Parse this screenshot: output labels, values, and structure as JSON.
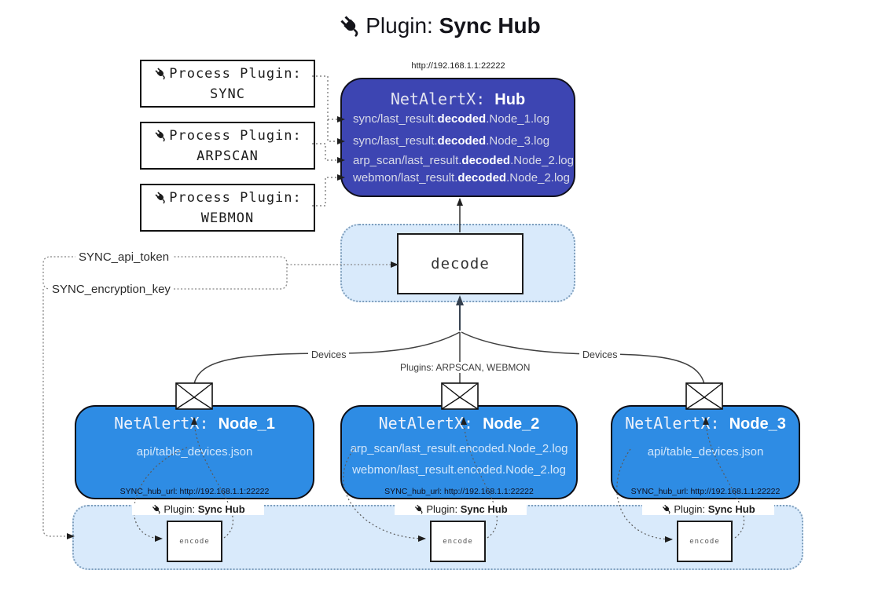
{
  "title": {
    "prefix": "Plugin: ",
    "bold": "Sync Hub"
  },
  "process_plugins": [
    {
      "label": "Process Plugin:",
      "name": "SYNC"
    },
    {
      "label": "Process Plugin:",
      "name": "ARPSCAN"
    },
    {
      "label": "Process Plugin:",
      "name": "WEBMON"
    }
  ],
  "hub": {
    "url": "http://192.168.1.1:22222",
    "title_prefix": "NetAlertX: ",
    "title_bold": "Hub",
    "logs": [
      {
        "pre": "sync/last_result.",
        "bold": "decoded",
        "post": ".Node_1.log"
      },
      {
        "pre": "sync/last_result.",
        "bold": "decoded",
        "post": ".Node_3.log"
      },
      {
        "pre": "arp_scan/last_result.",
        "bold": "decoded",
        "post": ".Node_2.log"
      },
      {
        "pre": "webmon/last_result.",
        "bold": "decoded",
        "post": ".Node_2.log"
      }
    ]
  },
  "decode": {
    "label": "decode"
  },
  "settings": {
    "api_token": "SYNC_api_token",
    "encryption_key": "SYNC_encryption_key"
  },
  "edges": {
    "devices_left": "Devices",
    "devices_right": "Devices",
    "plugins_mid": "Plugins: ARPSCAN, WEBMON"
  },
  "nodes": [
    {
      "title_prefix": "NetAlertX: ",
      "title_bold": "Node_1",
      "lines": [
        "api/table_devices.json"
      ],
      "hub_url": "SYNC_hub_url: http://192.168.1.1:22222"
    },
    {
      "title_prefix": "NetAlertX: ",
      "title_bold": "Node_2",
      "lines": [
        "arp_scan/last_result.encoded.Node_2.log",
        "webmon/last_result.encoded.Node_2.log"
      ],
      "hub_url": "SYNC_hub_url: http://192.168.1.1:22222"
    },
    {
      "title_prefix": "NetAlertX: ",
      "title_bold": "Node_3",
      "lines": [
        "api/table_devices.json"
      ],
      "hub_url": "SYNC_hub_url: http://192.168.1.1:22222"
    }
  ],
  "bottom": {
    "encode_label": "encode",
    "plugin_prefix": "Plugin: ",
    "plugin_bold": "Sync Hub"
  },
  "colors": {
    "hub_fill": "#3d45b2",
    "node_fill": "#2e8ce4",
    "section_fill": "#d9eafb",
    "section_border": "#7f9fbd",
    "line": "#3f3f3f",
    "dotted": "#6a6a6a"
  }
}
